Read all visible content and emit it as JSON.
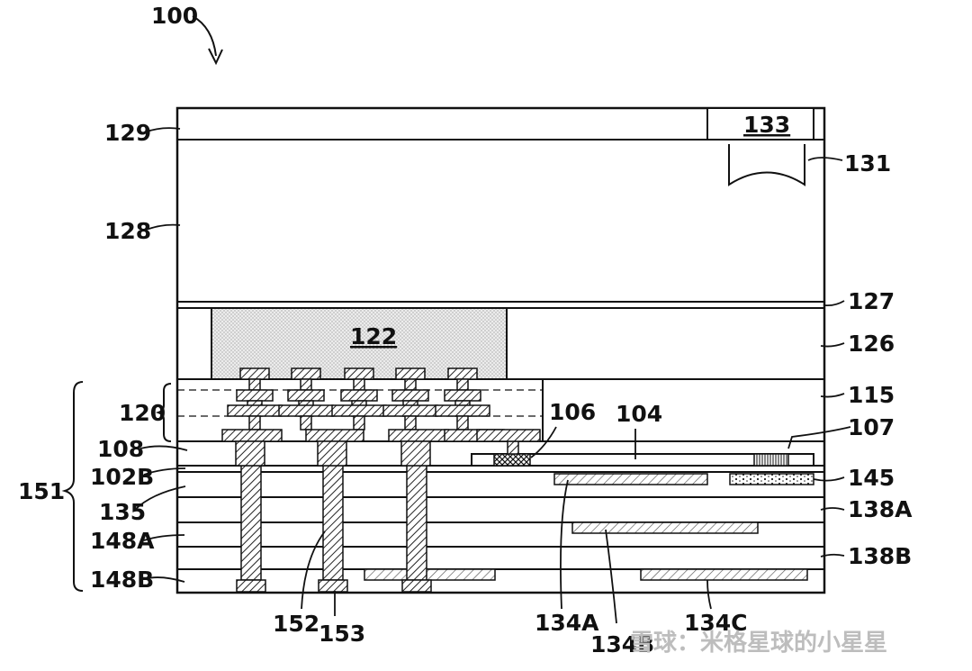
{
  "figure_number": "100",
  "labels": {
    "l129": "129",
    "l128": "128",
    "l127": "127",
    "l126": "126",
    "l115": "115",
    "l122": "122",
    "l133": "133",
    "l131": "131",
    "l120": "120",
    "l106": "106",
    "l104": "104",
    "l107": "107",
    "l108": "108",
    "l102B": "102B",
    "l145": "145",
    "l135": "135",
    "l138A": "138A",
    "l148A": "148A",
    "l138B": "138B",
    "l148B": "148B",
    "l151": "151",
    "l152": "152",
    "l153": "153",
    "l134A": "134A",
    "l134B": "134B",
    "l134C": "134C"
  },
  "watermark": "雪球：米格星球的小星星"
}
